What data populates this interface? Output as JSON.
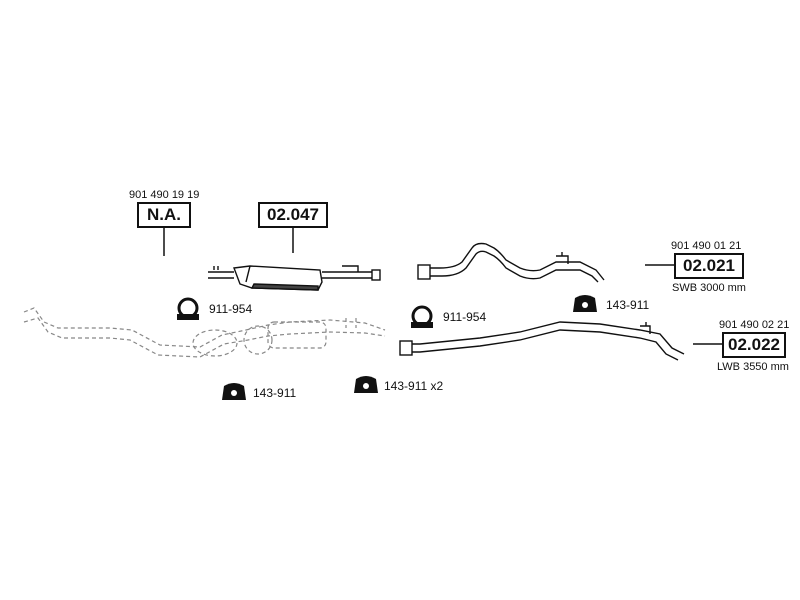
{
  "parts": {
    "front_pipe": {
      "oem": "901 490 19 19",
      "code": "N.A."
    },
    "middle_silencer": {
      "code": "02.047"
    },
    "rear_swb": {
      "oem": "901 490 01 21",
      "code": "02.021",
      "note": "SWB 3000 mm"
    },
    "rear_lwb": {
      "oem": "901 490 02 21",
      "code": "02.022",
      "note": "LWB 3550 mm"
    }
  },
  "hardware": {
    "clamp_left": "911-954",
    "clamp_right": "911-954",
    "hanger_right": "143-911",
    "hanger_left": "143-911",
    "hanger_center": "143-911 x2"
  },
  "icons": [
    "clamp-icon",
    "rubber-hanger-icon"
  ],
  "colors": {
    "ink": "#111111",
    "pipe_fill": "#ffffff",
    "dashed": "#777777"
  }
}
